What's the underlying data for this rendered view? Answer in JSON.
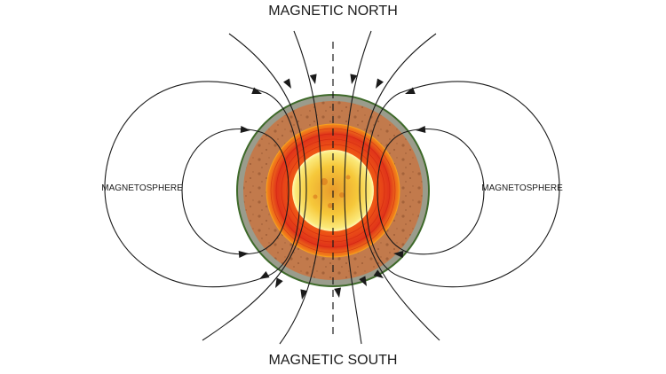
{
  "labels": {
    "north": "MAGNETIC NORTH",
    "south": "MAGNETIC SOUTH",
    "magnetosphere_left": "MAGNETOSPHERE",
    "magnetosphere_right": "MAGNETOSPHERE"
  },
  "colors": {
    "crust": "#9a9c8c",
    "crust_edge": "#3e6a2a",
    "mantle": "#c27a4c",
    "outer_core": "#e8401a",
    "inner_core": "#f7d85a",
    "field_line": "#1a1a1a"
  }
}
